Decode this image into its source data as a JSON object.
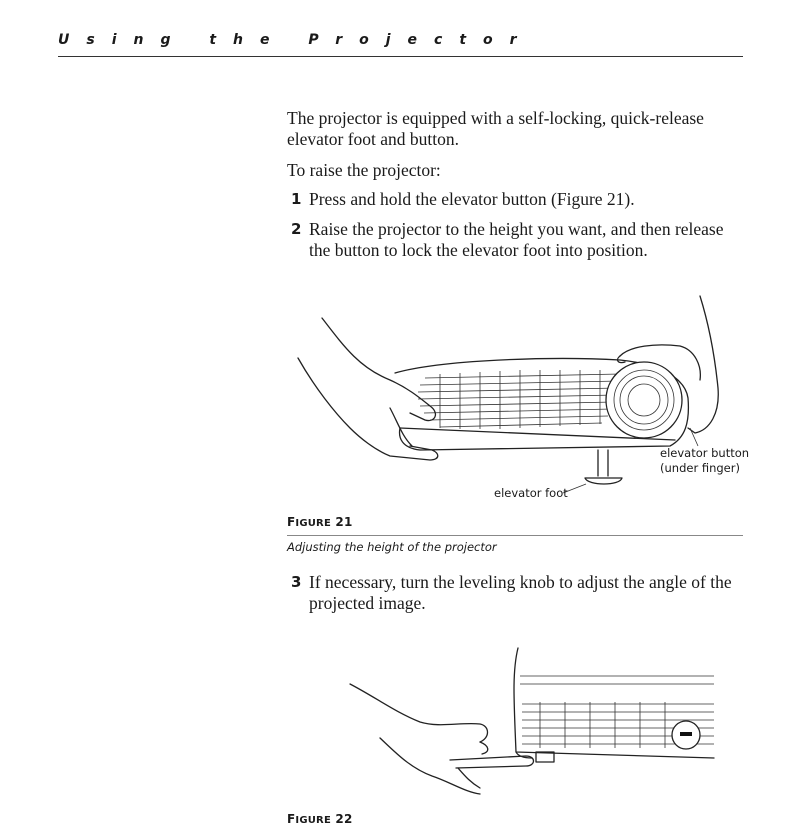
{
  "header": {
    "running_head": "Using the Projector"
  },
  "content": {
    "intro": "The projector is equipped with a self-locking, quick-release elevator foot and button.",
    "raise_heading": "To raise the projector:",
    "steps": [
      {
        "num": "1",
        "text": "Press and hold the elevator button (Figure 21)."
      },
      {
        "num": "2",
        "text": "Raise the projector to the height you want, and then release the button to lock the elevator foot into position."
      },
      {
        "num": "3",
        "text": "If necessary, turn the leveling knob to adjust the angle of the projected image."
      }
    ]
  },
  "figure21": {
    "label_prefix": "F",
    "label_rest": "IGURE",
    "label_num": "21",
    "caption": "Adjusting the height of the projector",
    "callouts": {
      "elevator_button_line1": "elevator button",
      "elevator_button_line2": "(under finger)",
      "elevator_foot": "elevator foot"
    }
  },
  "figure22": {
    "label_prefix": "F",
    "label_rest": "IGURE",
    "label_num": "22"
  }
}
